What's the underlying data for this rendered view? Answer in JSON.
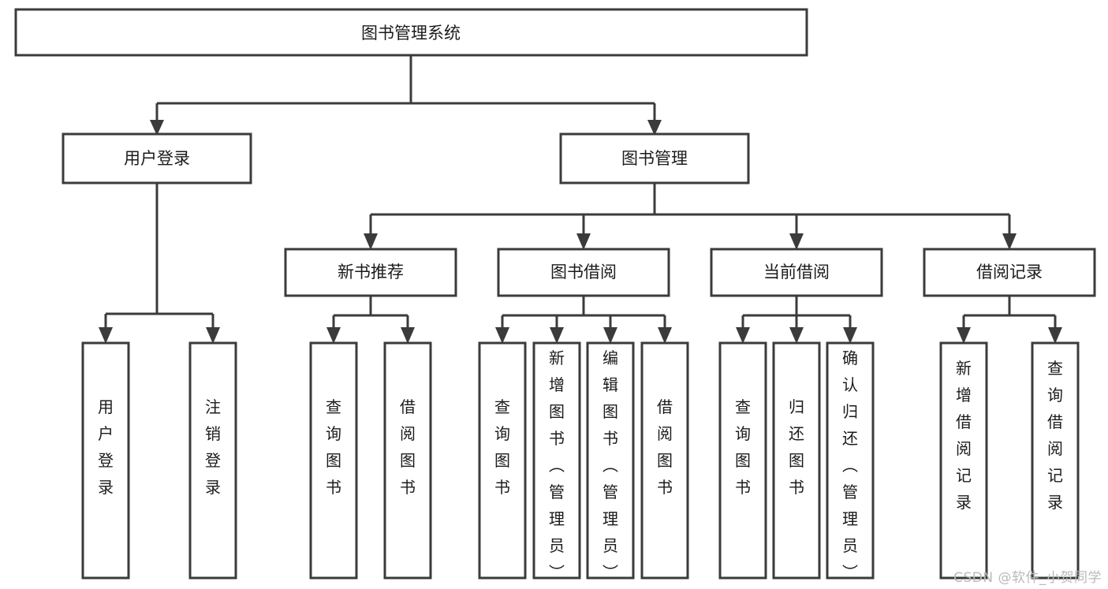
{
  "diagram": {
    "type": "tree",
    "title": "图书管理系统",
    "watermark": "CSDN @软件_小贺同学",
    "colors": {
      "box_fill": "#ffffff",
      "box_stroke": "#3b3b3b",
      "text": "#1b1b1b",
      "watermark": "#b9b9b9",
      "background": "#ffffff"
    },
    "levels": {
      "root": "图书管理系统",
      "level2": [
        "用户登录",
        "图书管理"
      ],
      "level3": [
        "新书推荐",
        "图书借阅",
        "当前借阅",
        "借阅记录"
      ]
    },
    "nodes": {
      "root": {
        "label": "图书管理系统"
      },
      "user_login": {
        "label": "用户登录"
      },
      "book_manage": {
        "label": "图书管理"
      },
      "new_book_rec": {
        "label": "新书推荐"
      },
      "book_borrow": {
        "label": "图书借阅"
      },
      "current_borrow": {
        "label": "当前借阅"
      },
      "borrow_record": {
        "label": "借阅记录"
      },
      "leaf_user_login": {
        "label": "用户登录"
      },
      "leaf_user_logout": {
        "label": "注销登录"
      },
      "leaf_query_book_1": {
        "label": "查询图书"
      },
      "leaf_borrow_book_1": {
        "label": "借阅图书"
      },
      "leaf_query_book_2": {
        "label": "查询图书"
      },
      "leaf_add_book": {
        "label": "新增图书（管理员）"
      },
      "leaf_edit_book": {
        "label": "编辑图书（管理员）"
      },
      "leaf_borrow_book_2": {
        "label": "借阅图书"
      },
      "leaf_query_book_3": {
        "label": "查询图书"
      },
      "leaf_return_book": {
        "label": "归还图书"
      },
      "leaf_confirm_return": {
        "label": "确认归还（管理员）"
      },
      "leaf_add_record": {
        "label": "新增借阅记录"
      },
      "leaf_query_record": {
        "label": "查询借阅记录"
      }
    },
    "edges": [
      {
        "from": "图书管理系统",
        "to": "用户登录"
      },
      {
        "from": "图书管理系统",
        "to": "图书管理"
      },
      {
        "from": "用户登录",
        "to": "用户登录"
      },
      {
        "from": "用户登录",
        "to": "注销登录"
      },
      {
        "from": "图书管理",
        "to": "新书推荐"
      },
      {
        "from": "图书管理",
        "to": "图书借阅"
      },
      {
        "from": "图书管理",
        "to": "当前借阅"
      },
      {
        "from": "图书管理",
        "to": "借阅记录"
      },
      {
        "from": "新书推荐",
        "to": "查询图书"
      },
      {
        "from": "新书推荐",
        "to": "借阅图书"
      },
      {
        "from": "图书借阅",
        "to": "查询图书"
      },
      {
        "from": "图书借阅",
        "to": "新增图书（管理员）"
      },
      {
        "from": "图书借阅",
        "to": "编辑图书（管理员）"
      },
      {
        "from": "图书借阅",
        "to": "借阅图书"
      },
      {
        "from": "当前借阅",
        "to": "查询图书"
      },
      {
        "from": "当前借阅",
        "to": "归还图书"
      },
      {
        "from": "当前借阅",
        "to": "确认归还（管理员）"
      },
      {
        "from": "借阅记录",
        "to": "新增借阅记录"
      },
      {
        "from": "借阅记录",
        "to": "查询借阅记录"
      }
    ]
  }
}
